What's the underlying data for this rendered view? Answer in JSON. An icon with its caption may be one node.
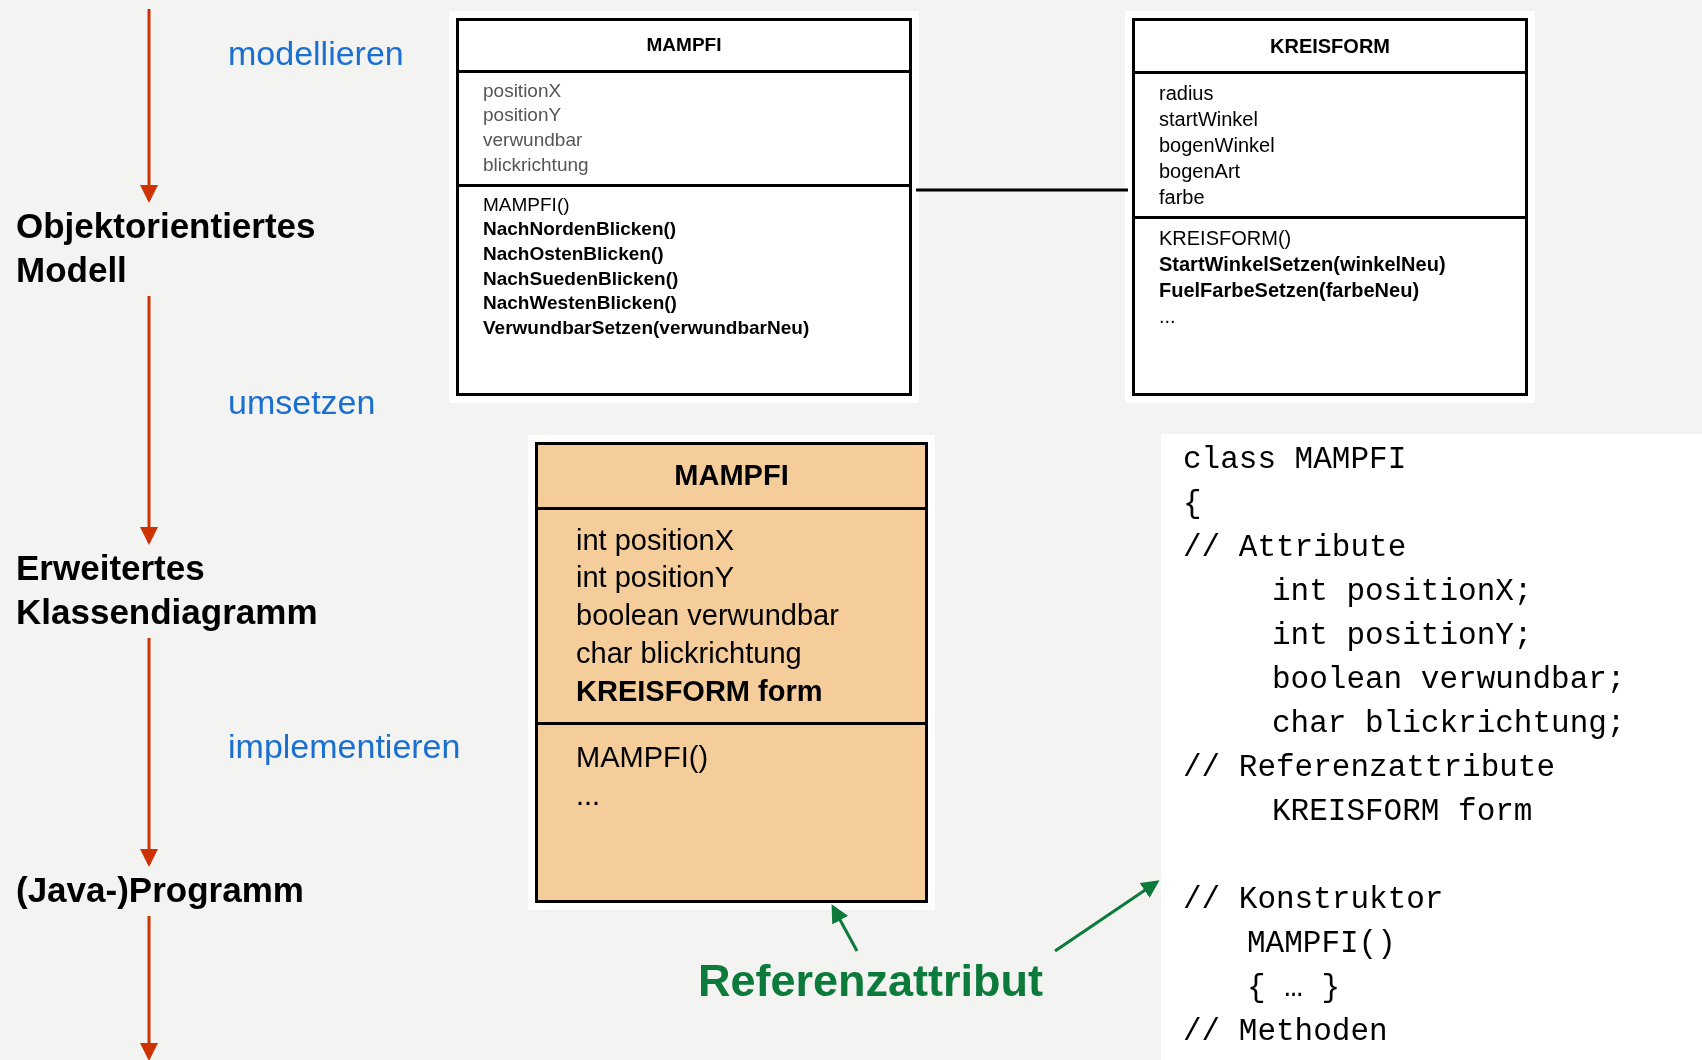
{
  "diagram": {
    "nodes": [
      {
        "text": [
          "Objektorientiertes Modell"
        ]
      },
      {
        "text": [
          "Erweitertes Klassendiagramm"
        ]
      },
      {
        "text": [
          "(Java-)Programm"
        ]
      },
      {
        "text": [
          "MAMPFI",
          "positionX",
          "positionY",
          "verwundbar",
          "blickrichtung",
          "MAMPFI()",
          "**NachNordenBlicken()**",
          "**NachOstenBlicken()**",
          "**NachSuedenBlicken()**",
          "**NachWestenBlicken()**",
          "**VerwundbarSetzen(verwundbarNeu)**"
        ]
      },
      {
        "text": [
          "KREISFORM",
          "radius",
          "startWinkel",
          "bogenWinkel",
          "bogenArt",
          "farbe",
          "KREISFORM()",
          "**StartWinkelSetzen(winkelNeu)**",
          "**FuelFarbeSetzen(farbeNeu)**",
          "..."
        ]
      },
      {
        "text": [
          "MAMPFI",
          "int positionX",
          "int positionY",
          "boolean verwundbar",
          "char blickrichtung",
          "**KREISFORM form**",
          "MAMPFI()",
          "..."
        ]
      },
      {
        "text": [
          "class MAMPFI",
          "{",
          "// Attribute",
          "int positionX;",
          "int positionY;",
          "boolean verwundbar;",
          "char blickrichtung;",
          "// Referenzattribute",
          "KREISFORM form",
          "// Konstruktor",
          "MAMPFI()",
          "{ … }",
          "// Methoden"
        ]
      },
      {
        "text": [
          "Referenzattribut"
        ]
      }
    ],
    "edges": [
      {
        "from": null,
        "to": 0,
        "arrow": "to",
        "label": "modellieren"
      },
      {
        "from": 0,
        "to": 1,
        "arrow": "to",
        "label": "umsetzen"
      },
      {
        "from": 1,
        "to": 2,
        "arrow": "to",
        "label": "implementieren"
      },
      {
        "from": 2,
        "to": null,
        "arrow": "to"
      },
      {
        "from": 3,
        "to": 4,
        "arrow": "none",
        "color": "#000000"
      },
      {
        "from": 7,
        "to": 5,
        "arrow": "to",
        "color": "#0b7a3b"
      },
      {
        "from": 7,
        "to": 6,
        "arrow": "to",
        "color": "#0b7a3b"
      }
    ]
  }
}
